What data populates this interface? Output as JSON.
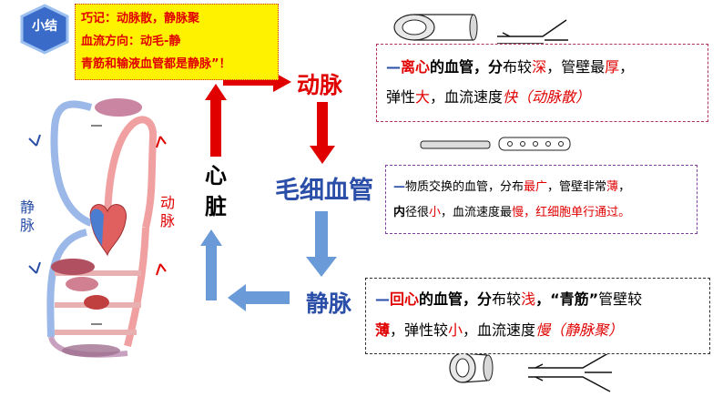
{
  "badge": {
    "label": "小结",
    "color": "#3a6bc8"
  },
  "note": {
    "lines": [
      "巧记：动脉散，静脉聚",
      "血流方向：动毛-静",
      "青筋和输液血管都是静脉”！"
    ],
    "background": "#fff200",
    "text_color": "#e00000"
  },
  "heart_label": [
    "心",
    "脏"
  ],
  "vessels": {
    "artery": "动脉",
    "capillary": "毛细血管",
    "vein": "静脉"
  },
  "side_labels": {
    "vein": [
      "静",
      "脉"
    ],
    "artery": [
      "动",
      "脉"
    ]
  },
  "artery_box": {
    "l1_dash": "—",
    "l1_a": "离心",
    "l1_b": "的血管，",
    "l1_c": "分",
    "l1_d": "布较",
    "l1_e": "深",
    "l1_f": "，管壁最",
    "l1_g": "厚",
    "l1_h": "，",
    "l2_a": "弹性",
    "l2_b": "大",
    "l2_c": "，血流速度",
    "l2_d": "快（动脉散）"
  },
  "capillary_box": {
    "l1_a": "—",
    "l1_b": "物质交换的血管，分布",
    "l1_c": "最广",
    "l1_d": "，管壁非常",
    "l1_e": "薄",
    "l1_f": "，",
    "l2_a": "内",
    "l2_b": "径很",
    "l2_c": "小",
    "l2_d": "，血流速度最",
    "l2_e": "慢",
    "l2_f": "，红细胞单行通过。"
  },
  "vein_box": {
    "l1_dash": "—",
    "l1_a": "回心",
    "l1_b": "的血管，",
    "l1_c": "分",
    "l1_d": "布较",
    "l1_e": "浅",
    "l1_f": "，“青筋”",
    "l1_g": "管壁较",
    "l2_a": "薄",
    "l2_b": "，弹性较",
    "l2_c": "小",
    "l2_d": "，血流速度",
    "l2_e": "慢（静脉聚）"
  },
  "colors": {
    "red": "#e00000",
    "blue": "#2b4fa8",
    "arrow_blue": "#6a9bd8"
  }
}
